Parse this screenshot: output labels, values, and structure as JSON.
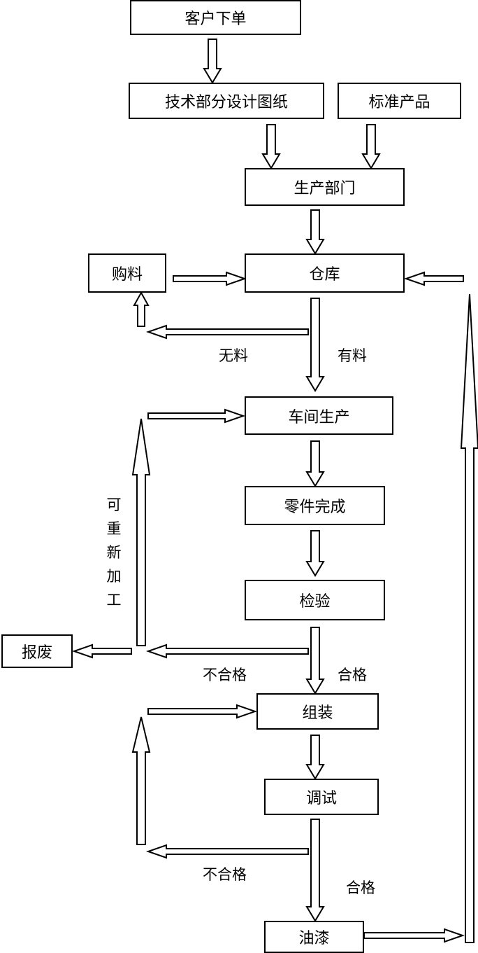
{
  "nodes": {
    "order": "客户下单",
    "design": "技术部分设计图纸",
    "standard": "标准产品",
    "production_dept": "生产部门",
    "purchase": "购料",
    "warehouse": "仓库",
    "workshop": "车间生产",
    "parts_done": "零件完成",
    "inspection": "检验",
    "scrap": "报废",
    "assembly": "组装",
    "debug": "调试",
    "paint": "油漆"
  },
  "labels": {
    "no_material": "无料",
    "has_material": "有料",
    "reprocess": [
      "可",
      "重",
      "新",
      "加",
      "工"
    ],
    "fail_1": "不合格",
    "pass_1": "合格",
    "fail_2": "不合格",
    "pass_2": "合格"
  }
}
